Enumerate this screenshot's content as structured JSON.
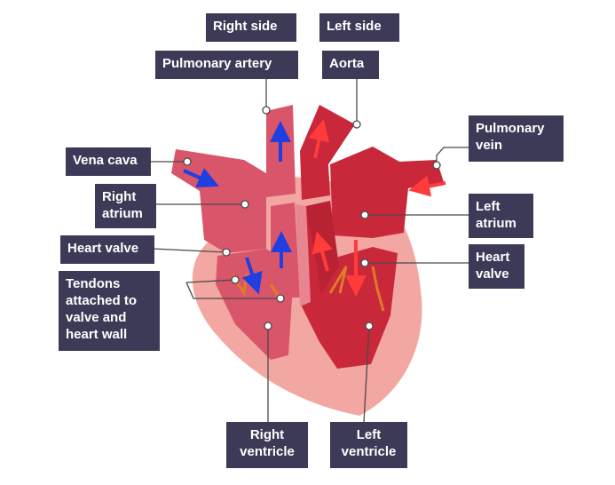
{
  "labels": {
    "right_side": "Right side",
    "left_side": "Left side",
    "pulmonary_artery": "Pulmonary artery",
    "aorta": "Aorta",
    "pulmonary_vein": "Pulmonary\nvein",
    "vena_cava": "Vena cava",
    "right_atrium": "Right\natrium",
    "left_atrium": "Left\natrium",
    "heart_valve_right": "Heart valve",
    "heart_valve_left": "Heart\nvalve",
    "tendons": "Tendons\nattached to\nvalve and\nheart wall",
    "right_ventricle": "Right\nventricle",
    "left_ventricle": "Left\nventricle"
  },
  "colors": {
    "label_bg": "#3d3a57",
    "heart_outer": "#f2a7a2",
    "right_chambers": "#d9566a",
    "left_chambers": "#c9283a",
    "vessel_right": "#d9566a",
    "vessel_left": "#c9283a",
    "arrow_deoxygenated": "#1f3fe0",
    "arrow_oxygenated": "#ff3b3b",
    "tendon": "#e07a2a",
    "leader_line": "#4a4a4a"
  },
  "arrows": {
    "deoxygenated_blood": "blue-arrow",
    "oxygenated_blood": "red-arrow"
  }
}
